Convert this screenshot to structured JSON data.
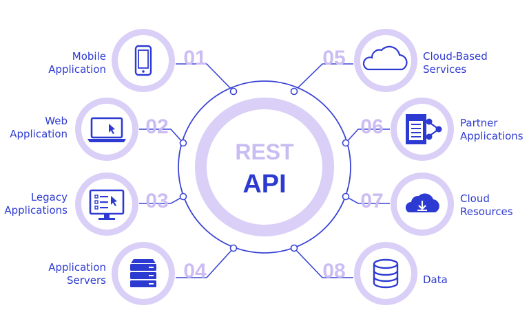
{
  "center": {
    "title_top": "REST",
    "title_bottom": "API"
  },
  "colors": {
    "primary": "#2d3ad1",
    "lavender": "#d9cff7",
    "lavender_dark": "#c6b7f0",
    "number": "#cbbdf3",
    "line": "#3b45d6"
  },
  "nodes": [
    {
      "num": "01",
      "label_lines": [
        "Mobile",
        "Application"
      ],
      "icon": "mobile-phone-icon"
    },
    {
      "num": "02",
      "label_lines": [
        "Web",
        "Application"
      ],
      "icon": "laptop-icon"
    },
    {
      "num": "03",
      "label_lines": [
        "Legacy",
        "Applications"
      ],
      "icon": "monitor-checklist-icon"
    },
    {
      "num": "04",
      "label_lines": [
        "Application",
        "Servers"
      ],
      "icon": "server-stack-icon"
    },
    {
      "num": "05",
      "label_lines": [
        "Cloud-Based",
        "Services"
      ],
      "icon": "cloud-icon"
    },
    {
      "num": "06",
      "label_lines": [
        "Partner",
        "Applications"
      ],
      "icon": "partner-share-icon"
    },
    {
      "num": "07",
      "label_lines": [
        "Cloud",
        "Resources"
      ],
      "icon": "cloud-download-icon"
    },
    {
      "num": "08",
      "label_lines": [
        "Data"
      ],
      "icon": "database-icon"
    }
  ]
}
